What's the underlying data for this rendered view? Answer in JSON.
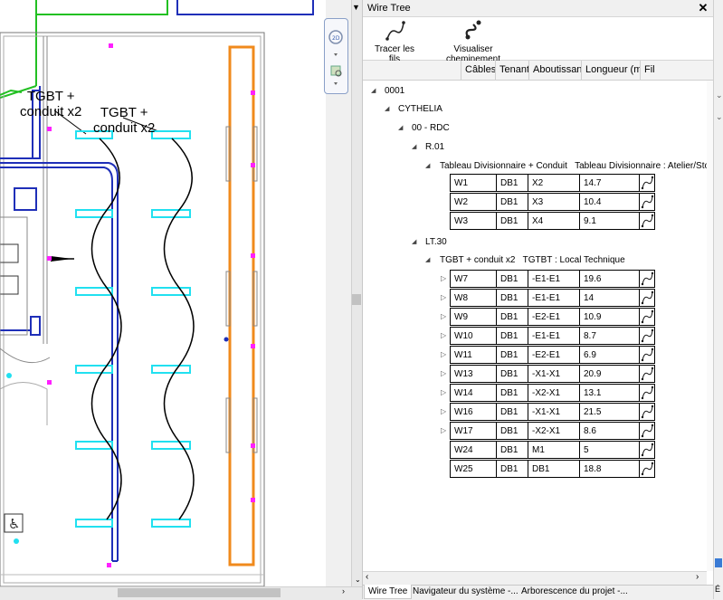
{
  "drawing": {
    "tag1": "TGBT +",
    "tag1b": "conduit x2",
    "tag2": "TGBT +",
    "tag2b": "conduit x2"
  },
  "panel": {
    "title": "Wire Tree",
    "close_glyph": "✕",
    "pin_glyph": "▼",
    "toolbar": {
      "trace_label": "Tracer les fils",
      "route_label": "Visualiser cheminement"
    },
    "columns": [
      "Câbles",
      "Tenant",
      "Aboutissant",
      "Longueur (m)",
      "Fil"
    ],
    "tree": {
      "root": "0001",
      "project": "CYTHELIA",
      "level": "00 - RDC",
      "room1": "R.01",
      "panel1": "Tableau Divisionnaire + Conduit",
      "panel1_loc": "Tableau Divisionnaire : Atelier/Stocka",
      "room2": "LT.30",
      "panel2": "TGBT + conduit x2",
      "panel2_loc": "TGTBT : Local Technique"
    },
    "group1": [
      {
        "cable": "W1",
        "tenant": "DB1",
        "aboutissant": "X2",
        "longueur": "14.7"
      },
      {
        "cable": "W2",
        "tenant": "DB1",
        "aboutissant": "X3",
        "longueur": "10.4"
      },
      {
        "cable": "W3",
        "tenant": "DB1",
        "aboutissant": "X4",
        "longueur": "9.1"
      }
    ],
    "group2": [
      {
        "cable": "W7",
        "tenant": "DB1",
        "aboutissant": "-E1-E1",
        "longueur": "19.6"
      },
      {
        "cable": "W8",
        "tenant": "DB1",
        "aboutissant": "-E1-E1",
        "longueur": "14"
      },
      {
        "cable": "W9",
        "tenant": "DB1",
        "aboutissant": "-E2-E1",
        "longueur": "10.9"
      },
      {
        "cable": "W10",
        "tenant": "DB1",
        "aboutissant": "-E1-E1",
        "longueur": "8.7"
      },
      {
        "cable": "W11",
        "tenant": "DB1",
        "aboutissant": "-E2-E1",
        "longueur": "6.9"
      },
      {
        "cable": "W13",
        "tenant": "DB1",
        "aboutissant": "-X1-X1",
        "longueur": "20.9"
      },
      {
        "cable": "W14",
        "tenant": "DB1",
        "aboutissant": "-X2-X1",
        "longueur": "13.1"
      },
      {
        "cable": "W16",
        "tenant": "DB1",
        "aboutissant": "-X1-X1",
        "longueur": "21.5"
      },
      {
        "cable": "W17",
        "tenant": "DB1",
        "aboutissant": "-X2-X1",
        "longueur": "8.6"
      },
      {
        "cable": "W24",
        "tenant": "DB1",
        "aboutissant": "M1",
        "longueur": "5"
      },
      {
        "cable": "W25",
        "tenant": "DB1",
        "aboutissant": "DB1",
        "longueur": "18.8"
      }
    ],
    "tabs": [
      "Wire Tree",
      "Navigateur du système -...",
      "Arborescence du projet -..."
    ],
    "active_tab": "Wire Tree"
  },
  "right_strip_text": "É",
  "colors": {
    "wire_blue": "#1f2fb8",
    "fixture_cyan": "#21e0f0",
    "tray_orange": "#f08a1c",
    "green_line": "#22c022",
    "magenta": "#ff20ff"
  }
}
